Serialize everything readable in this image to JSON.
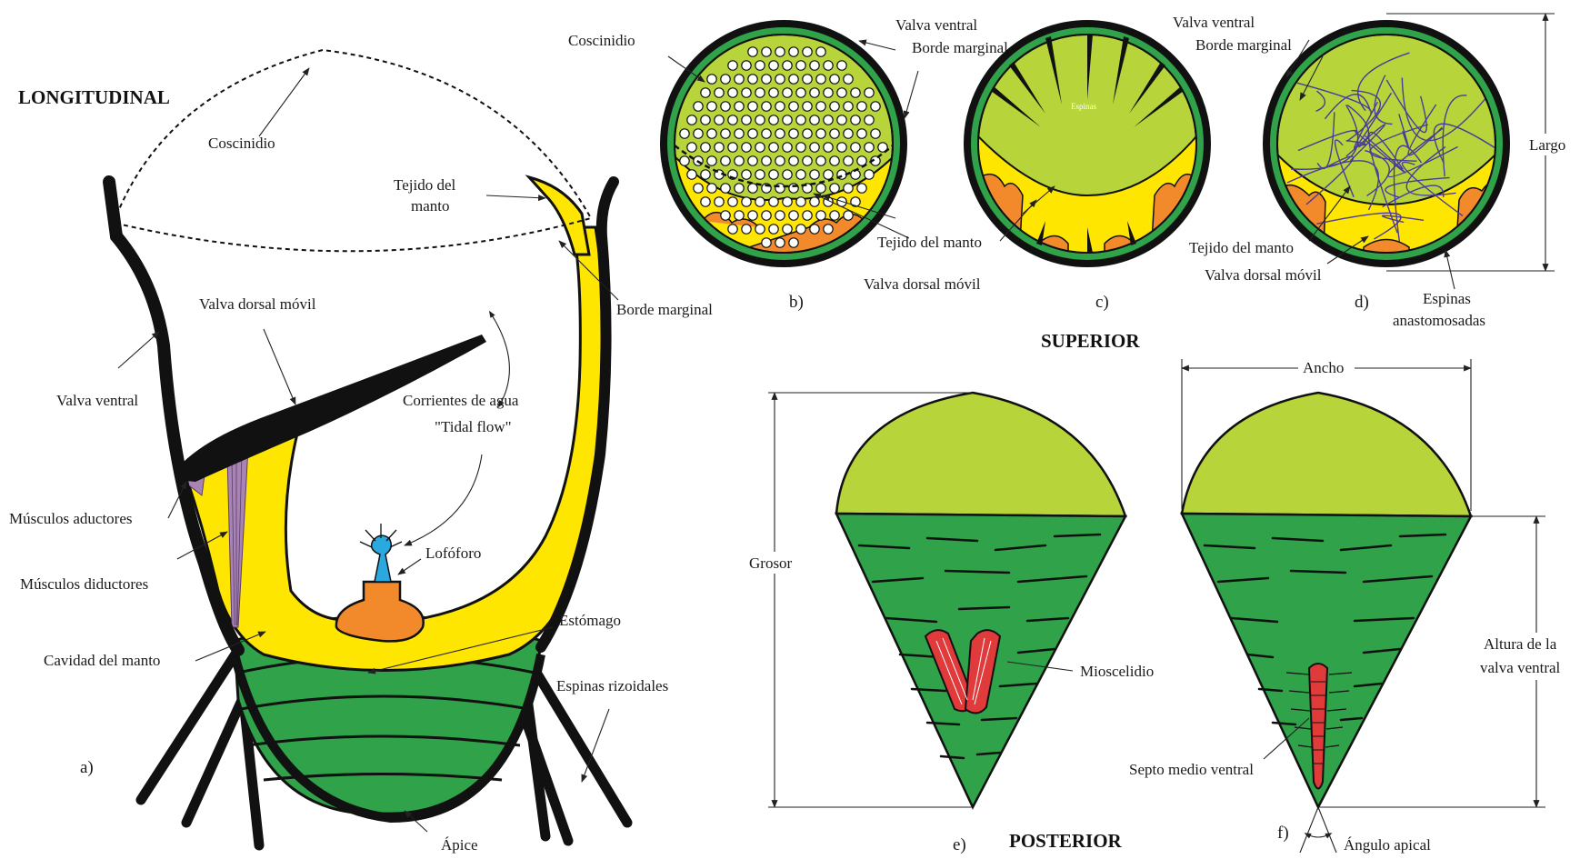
{
  "colors": {
    "light_green": "#b7d53a",
    "green": "#2fa24a",
    "yellow": "#ffe600",
    "orange": "#f28a2c",
    "red": "#e03a3a",
    "blue": "#29a9e0",
    "purple": "#a884b5",
    "black": "#111111"
  },
  "panels": {
    "a": {
      "letter": "a)",
      "title": "LONGITUDINAL",
      "labels": {
        "coscinidio": "Coscinidio",
        "tejido_manto_1": "Tejido del",
        "tejido_manto_2": "manto",
        "borde_marginal": "Borde marginal",
        "valva_dorsal_movil": "Valva dorsal móvil",
        "valva_ventral": "Valva ventral",
        "corrientes_1": "Corrientes de agua",
        "corrientes_2": "\"Tidal flow\"",
        "musculos_aductores": "Músculos aductores",
        "musculos_diductores": "Músculos diductores",
        "lofoforo": "Lofóforo",
        "estomago": "Estómago",
        "cavidad_manto": "Cavidad del manto",
        "espinas_rizoidales": "Espinas rizoidales",
        "apice": "Ápice"
      }
    },
    "b": {
      "letter": "b)",
      "labels": {
        "coscinidio": "Coscinidio",
        "valva_ventral": "Valva ventral",
        "borde_marginal": "Borde marginal",
        "tejido_manto": "Tejido del manto",
        "valva_dorsal_movil": "Valva dorsal móvil"
      }
    },
    "c": {
      "letter": "c)",
      "labels": {
        "espinas": "Espinas"
      }
    },
    "d": {
      "letter": "d)",
      "labels": {
        "valva_ventral": "Valva ventral",
        "borde_marginal": "Borde marginal",
        "largo": "Largo",
        "tejido_manto": "Tejido del manto",
        "valva_dorsal_movil": "Valva dorsal móvil",
        "espinas_1": "Espinas",
        "espinas_2": "anastomosadas"
      }
    },
    "superior_title": "SUPERIOR",
    "e": {
      "letter": "e)",
      "labels": {
        "grosor": "Grosor",
        "mioscelidio": "Mioscelidio"
      }
    },
    "f": {
      "letter": "f)",
      "labels": {
        "ancho": "Ancho",
        "altura_1": "Altura de la",
        "altura_2": "valva ventral",
        "septo": "Septo medio ventral",
        "angulo": "Ángulo apical"
      }
    },
    "posterior_title": "POSTERIOR"
  }
}
